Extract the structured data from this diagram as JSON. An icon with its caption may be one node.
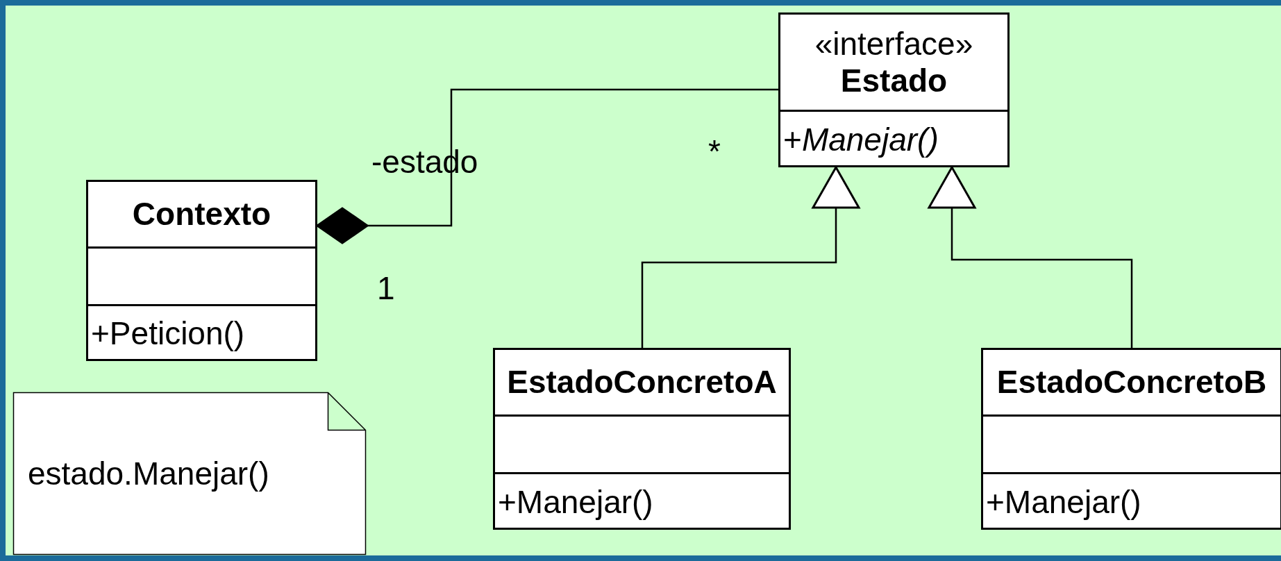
{
  "diagram": {
    "nodes": [
      {
        "text": [
          "«interface»",
          "Estado",
          "+*Manejar()*"
        ]
      },
      {
        "text": [
          "Contexto",
          "+Peticion()"
        ]
      },
      {
        "text": [
          "EstadoConcretoA",
          "+Manejar()"
        ]
      },
      {
        "text": [
          "EstadoConcretoB",
          "+Manejar()"
        ]
      },
      {
        "text": [
          "estado.Manejar()"
        ]
      }
    ],
    "edges": [
      {
        "from": 1,
        "to": 0,
        "arrow": "other"
      },
      {
        "from": 2,
        "to": 0,
        "arrow": "to"
      },
      {
        "from": 3,
        "to": 0,
        "arrow": "to"
      }
    ],
    "labels": [
      "-estado",
      "*",
      "1"
    ]
  }
}
